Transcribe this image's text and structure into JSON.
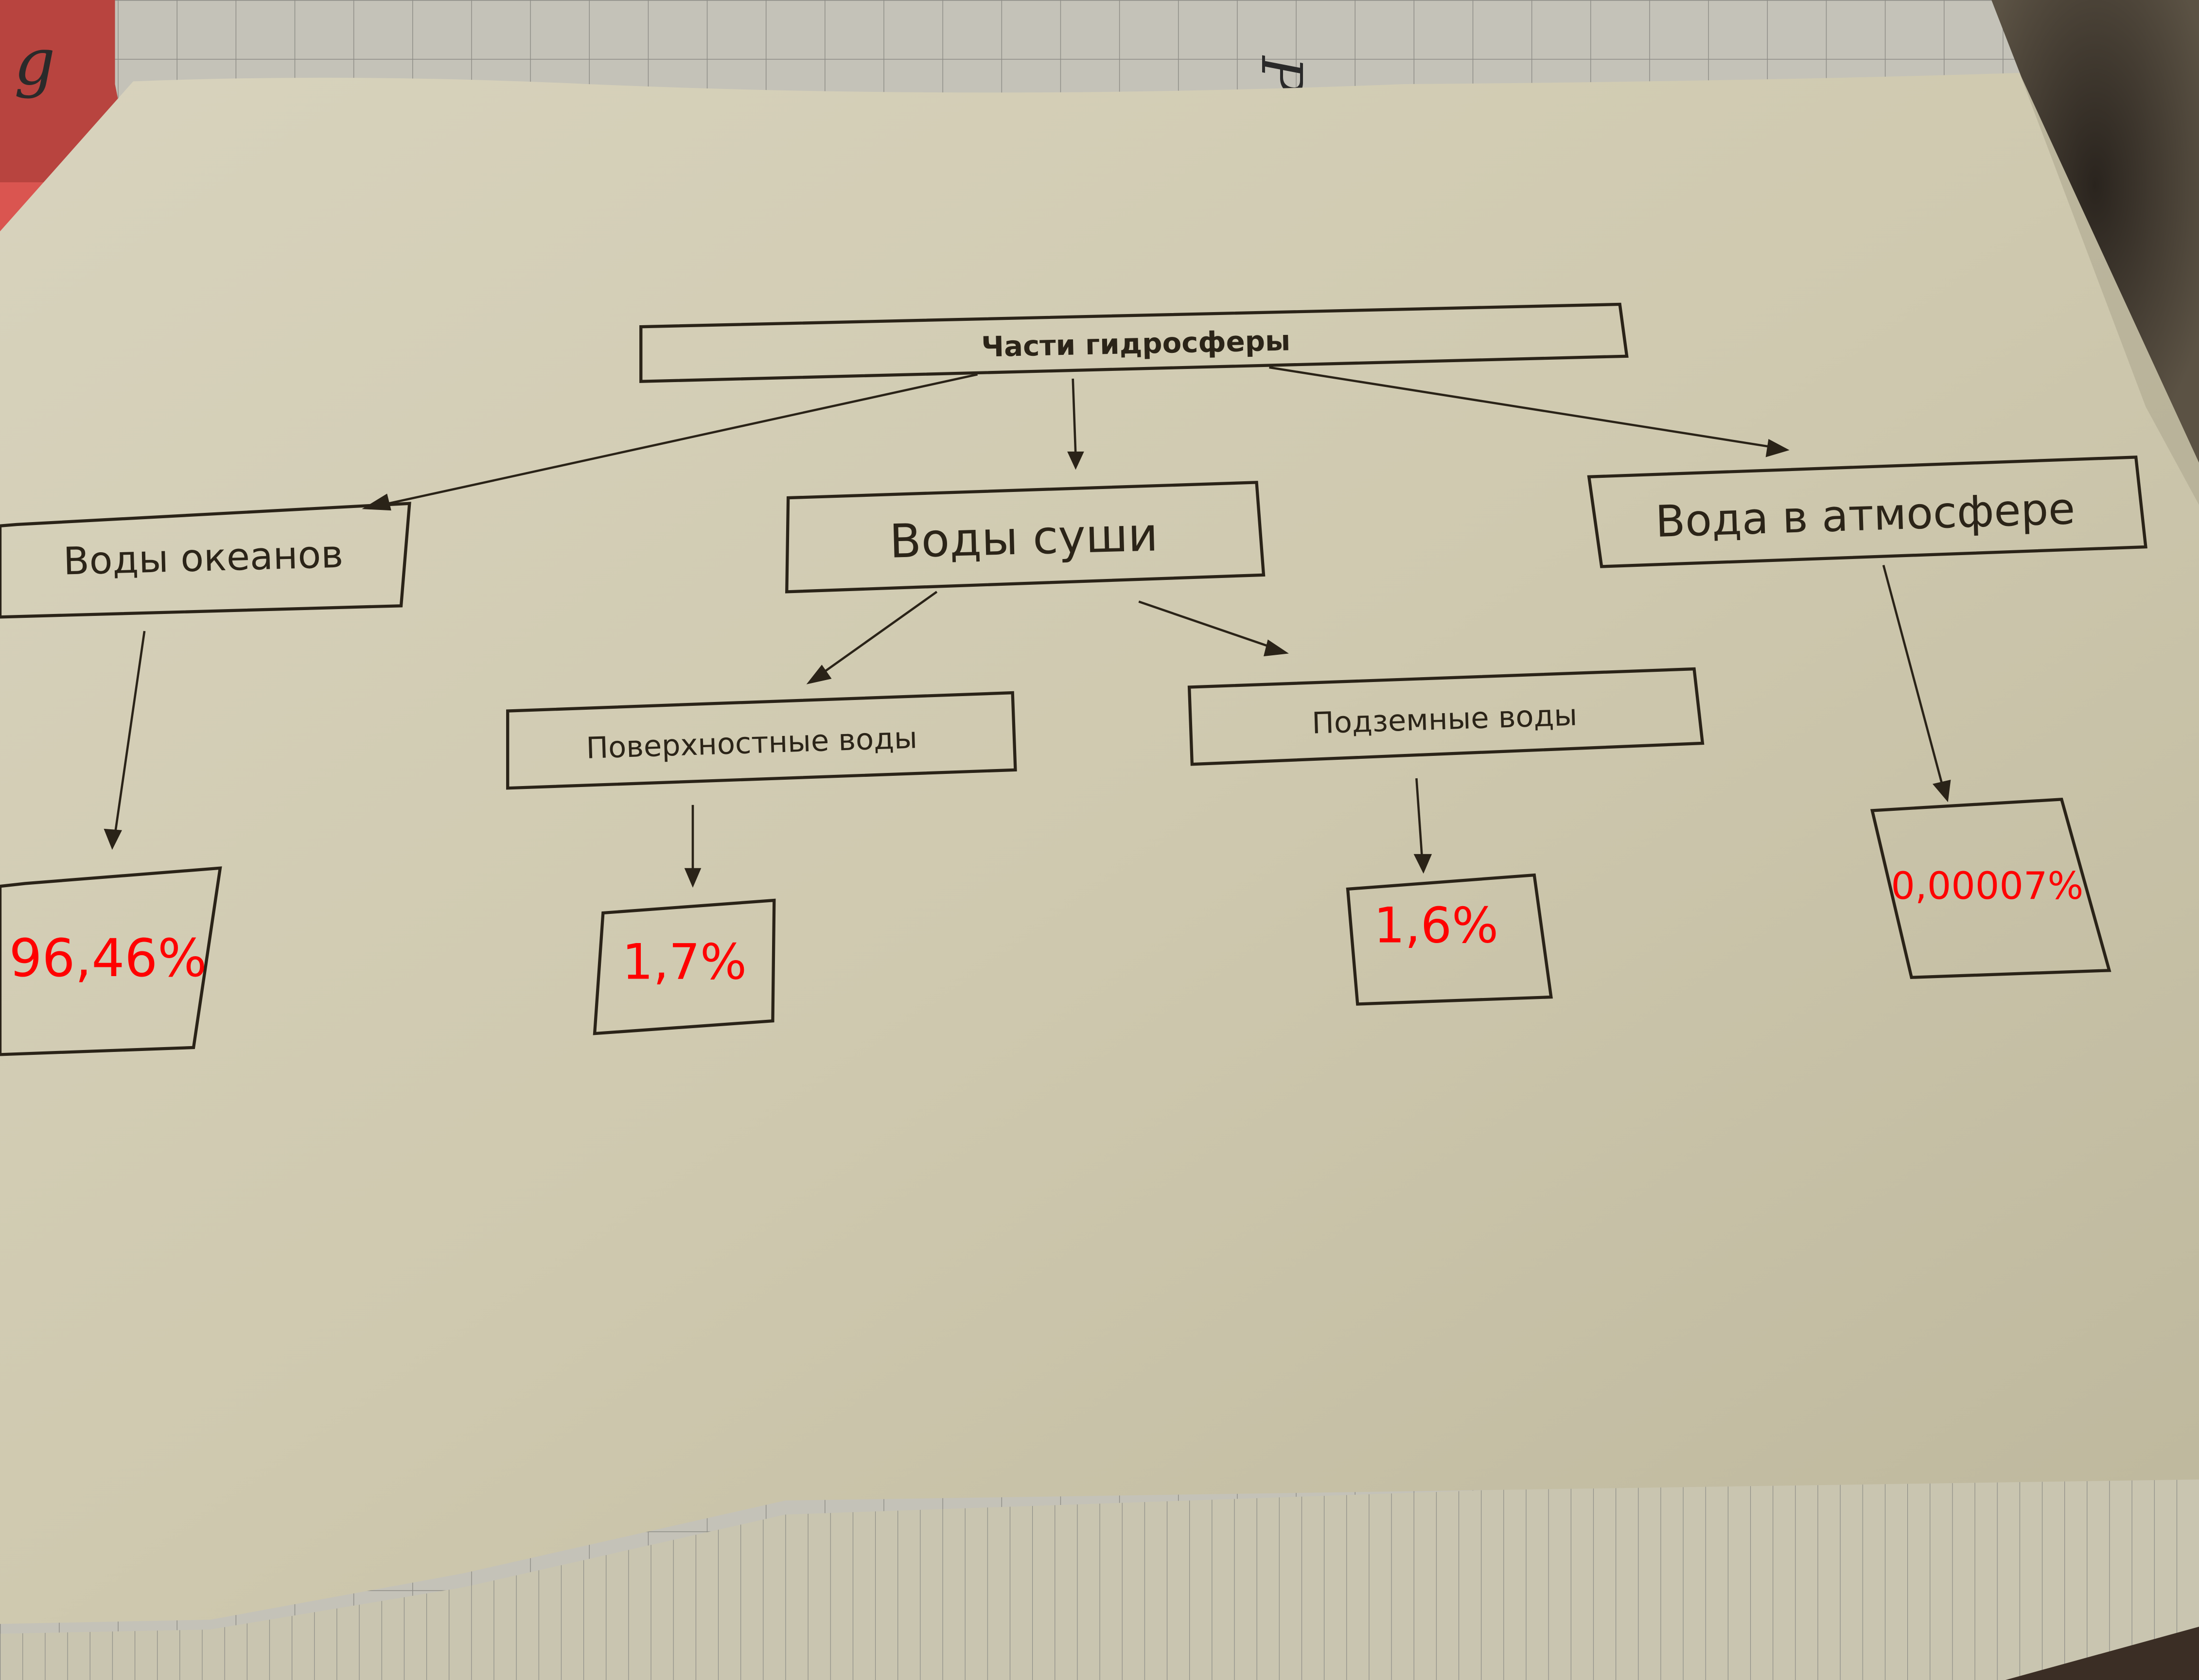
{
  "diagram": {
    "root": {
      "label": "Части гидросферы"
    },
    "branches": [
      {
        "id": "ocean",
        "label": "Воды океанов",
        "value": "96,46%"
      },
      {
        "id": "land",
        "label": "Воды суши",
        "children": [
          {
            "id": "surface",
            "label": "Поверхностные воды",
            "value": "1,7%"
          },
          {
            "id": "ground",
            "label": "Подземные воды",
            "value": "1,6%"
          }
        ]
      },
      {
        "id": "atmosphere",
        "label": "Вода в атмосфере",
        "value": "0,00007%"
      }
    ]
  },
  "colors": {
    "annotation_red": "#ff0000",
    "ink": "#2a2318",
    "paper": "#d2cdb4"
  },
  "background": {
    "notebook_scribble": "g",
    "notebook_handwriting": "Рт"
  }
}
